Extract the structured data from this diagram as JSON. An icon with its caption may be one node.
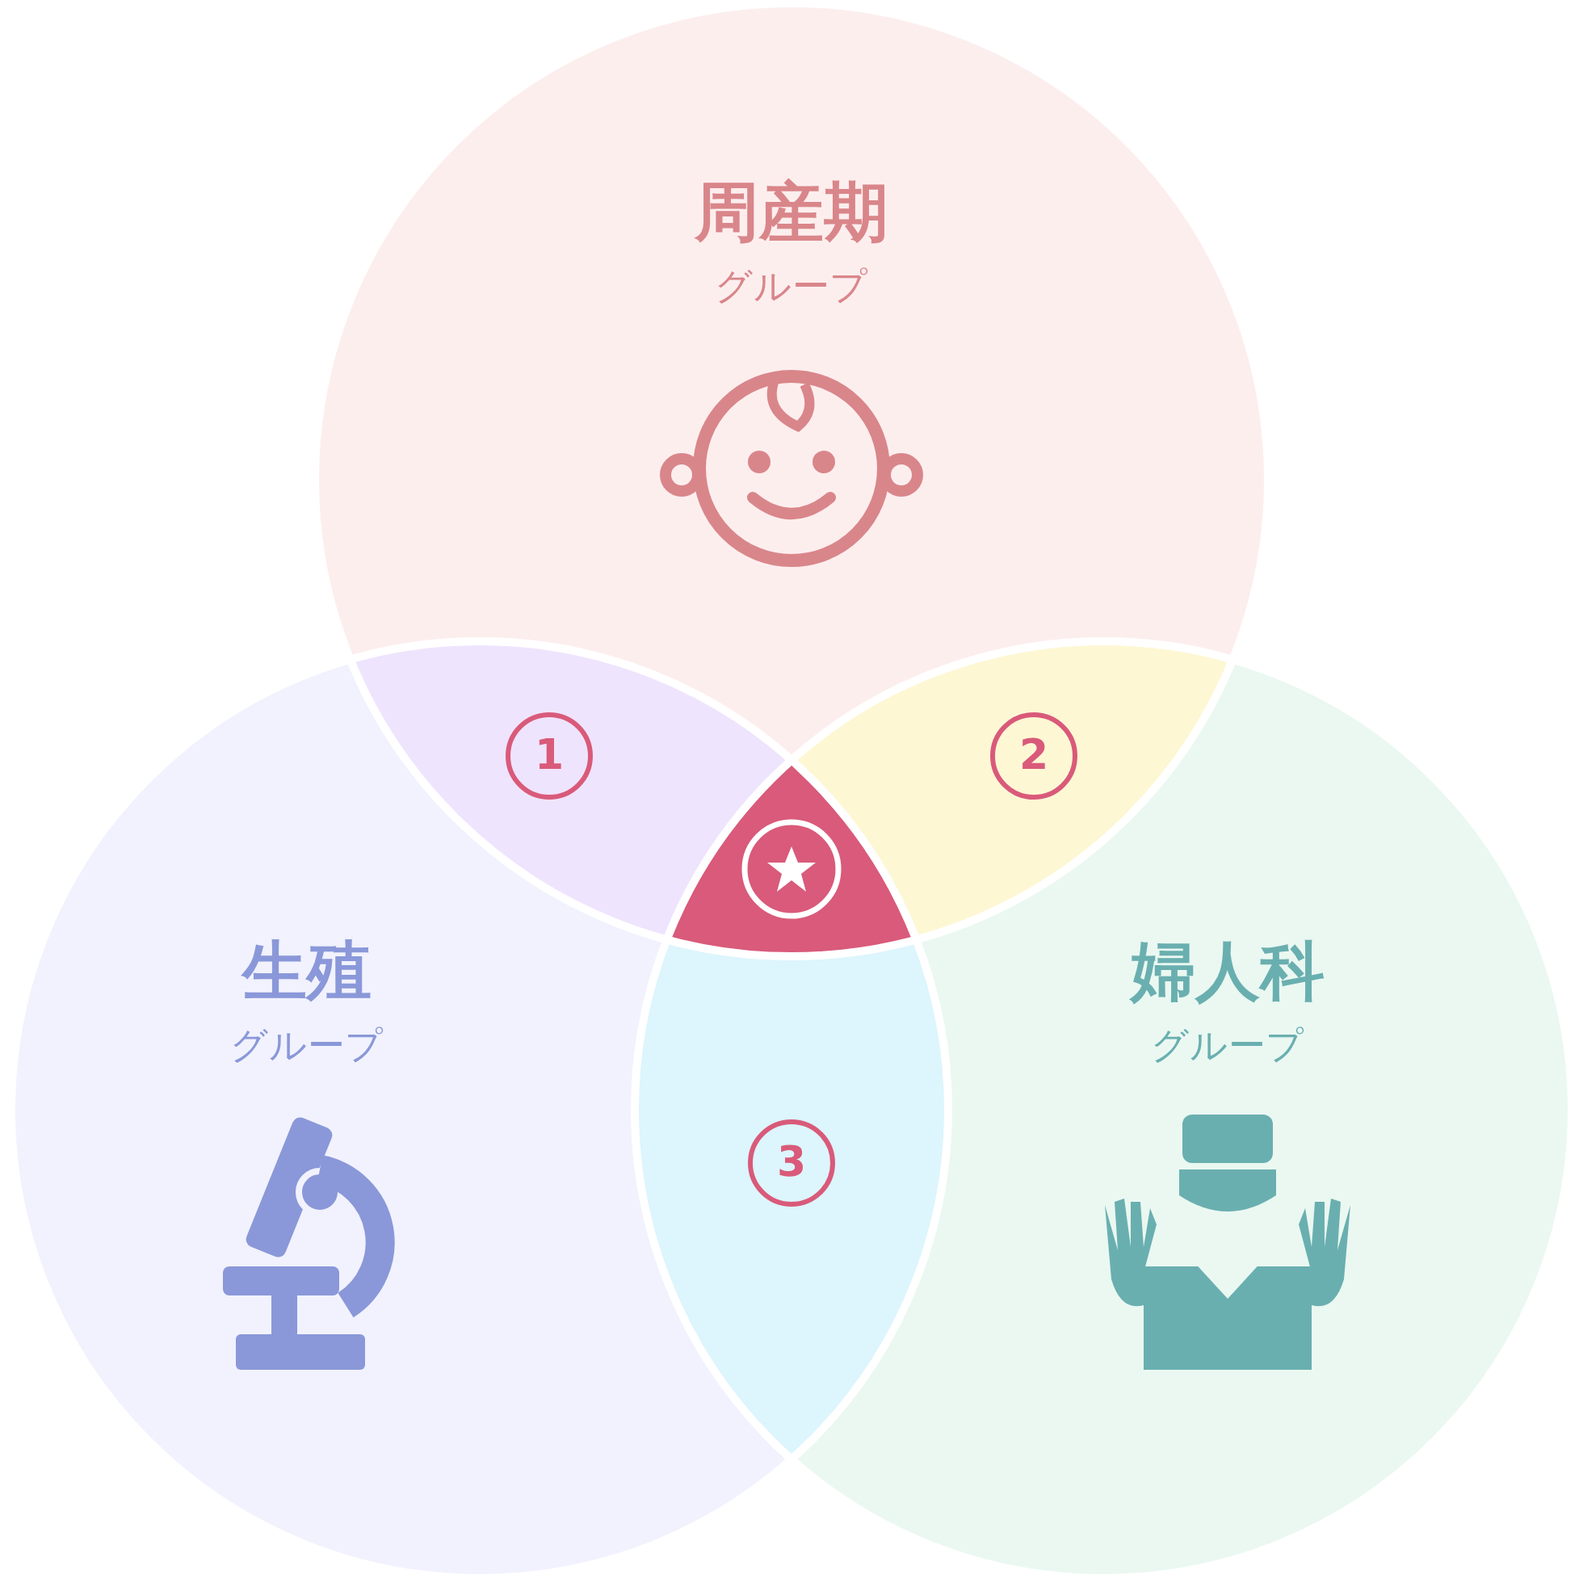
{
  "diagram": {
    "nodes": [
      {
        "text": [
          "周産期",
          "グループ"
        ]
      },
      {
        "text": [
          "生殖",
          "グループ"
        ]
      },
      {
        "text": [
          "婦人科",
          "グループ"
        ]
      }
    ],
    "labels": [
      "1",
      "2",
      "3"
    ]
  }
}
